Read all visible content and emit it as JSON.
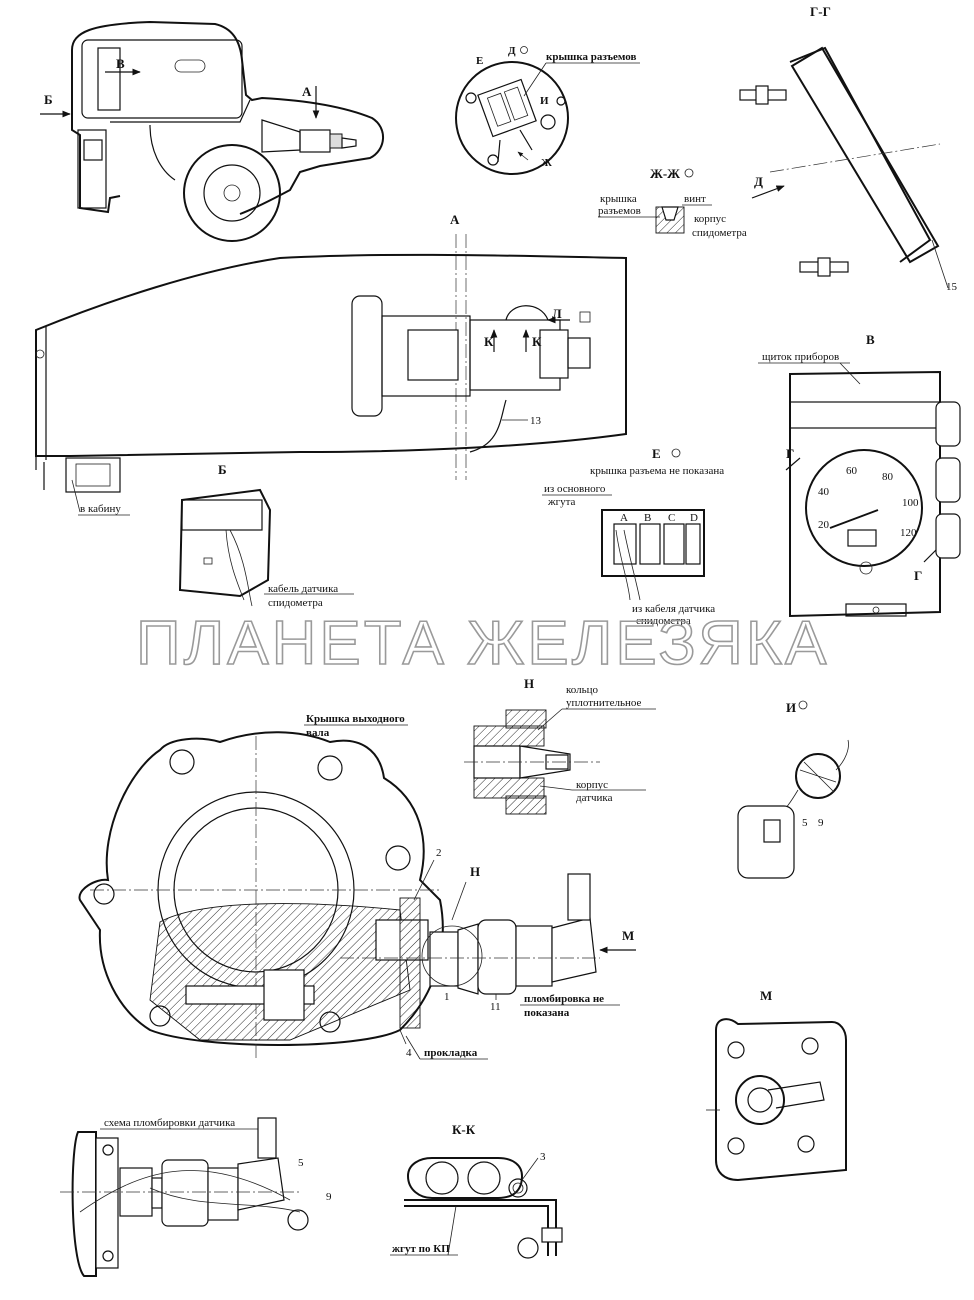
{
  "watermark": "ПЛАНЕТА ЖЕЛЕЗЯКА",
  "views": {
    "A": "А",
    "B": "Б",
    "V": "В",
    "GG": "Г-Г",
    "ZhZh": "Ж-Ж",
    "E": "Е",
    "N": "Н",
    "I": "И",
    "M": "М",
    "KK": "К-К"
  },
  "letters": {
    "V": "В",
    "B": "Б",
    "A": "А",
    "E": "Е",
    "D": "Д",
    "I": "И",
    "Zh": "Ж",
    "L": "Л",
    "K": "К",
    "G": "Г",
    "N": "Н",
    "M": "М"
  },
  "labels": {
    "connector_cover": "крышка разъемов",
    "zhzh_cover_l1": "крышка",
    "zhzh_cover_l2": "разъемов",
    "screw": "винт",
    "housing_l1": "корпус",
    "housing_l2": "спидометра",
    "to_cab": "в кабину",
    "sensor_cable_l1": "кабель датчика",
    "sensor_cable_l2": "спидометра",
    "connector_not_shown": "крышка разъема не показана",
    "main_harness_l1": "из основного",
    "main_harness_l2": "жгута",
    "from_sensor_l1": "из кабеля датчика",
    "from_sensor_l2": "спидометра",
    "panel": "щиток приборов",
    "ring_l1": "кольцо",
    "ring_l2": "уплотнительное",
    "sensor_body_l1": "корпус",
    "sensor_body_l2": "датчика",
    "output_cover_l1": "Крышка выходного",
    "output_cover_l2": "вала",
    "seal_not_shown_l1": "пломбировка не",
    "seal_not_shown_l2": "показана",
    "gasket": "прокладка",
    "seal_scheme": "схема пломбировки датчика",
    "harness_kp": "жгут по КП"
  },
  "numbers": {
    "n15": "15",
    "n13": "13",
    "n2": "2",
    "n1": "1",
    "n11": "11",
    "n4": "4",
    "n5": "5",
    "n9": "9",
    "n5b": "5",
    "n9b": "9",
    "n3": "3"
  },
  "gauge_ticks": [
    "20",
    "40",
    "60",
    "80",
    "100",
    "120"
  ],
  "connector_pins": [
    "A",
    "B",
    "C",
    "D"
  ]
}
